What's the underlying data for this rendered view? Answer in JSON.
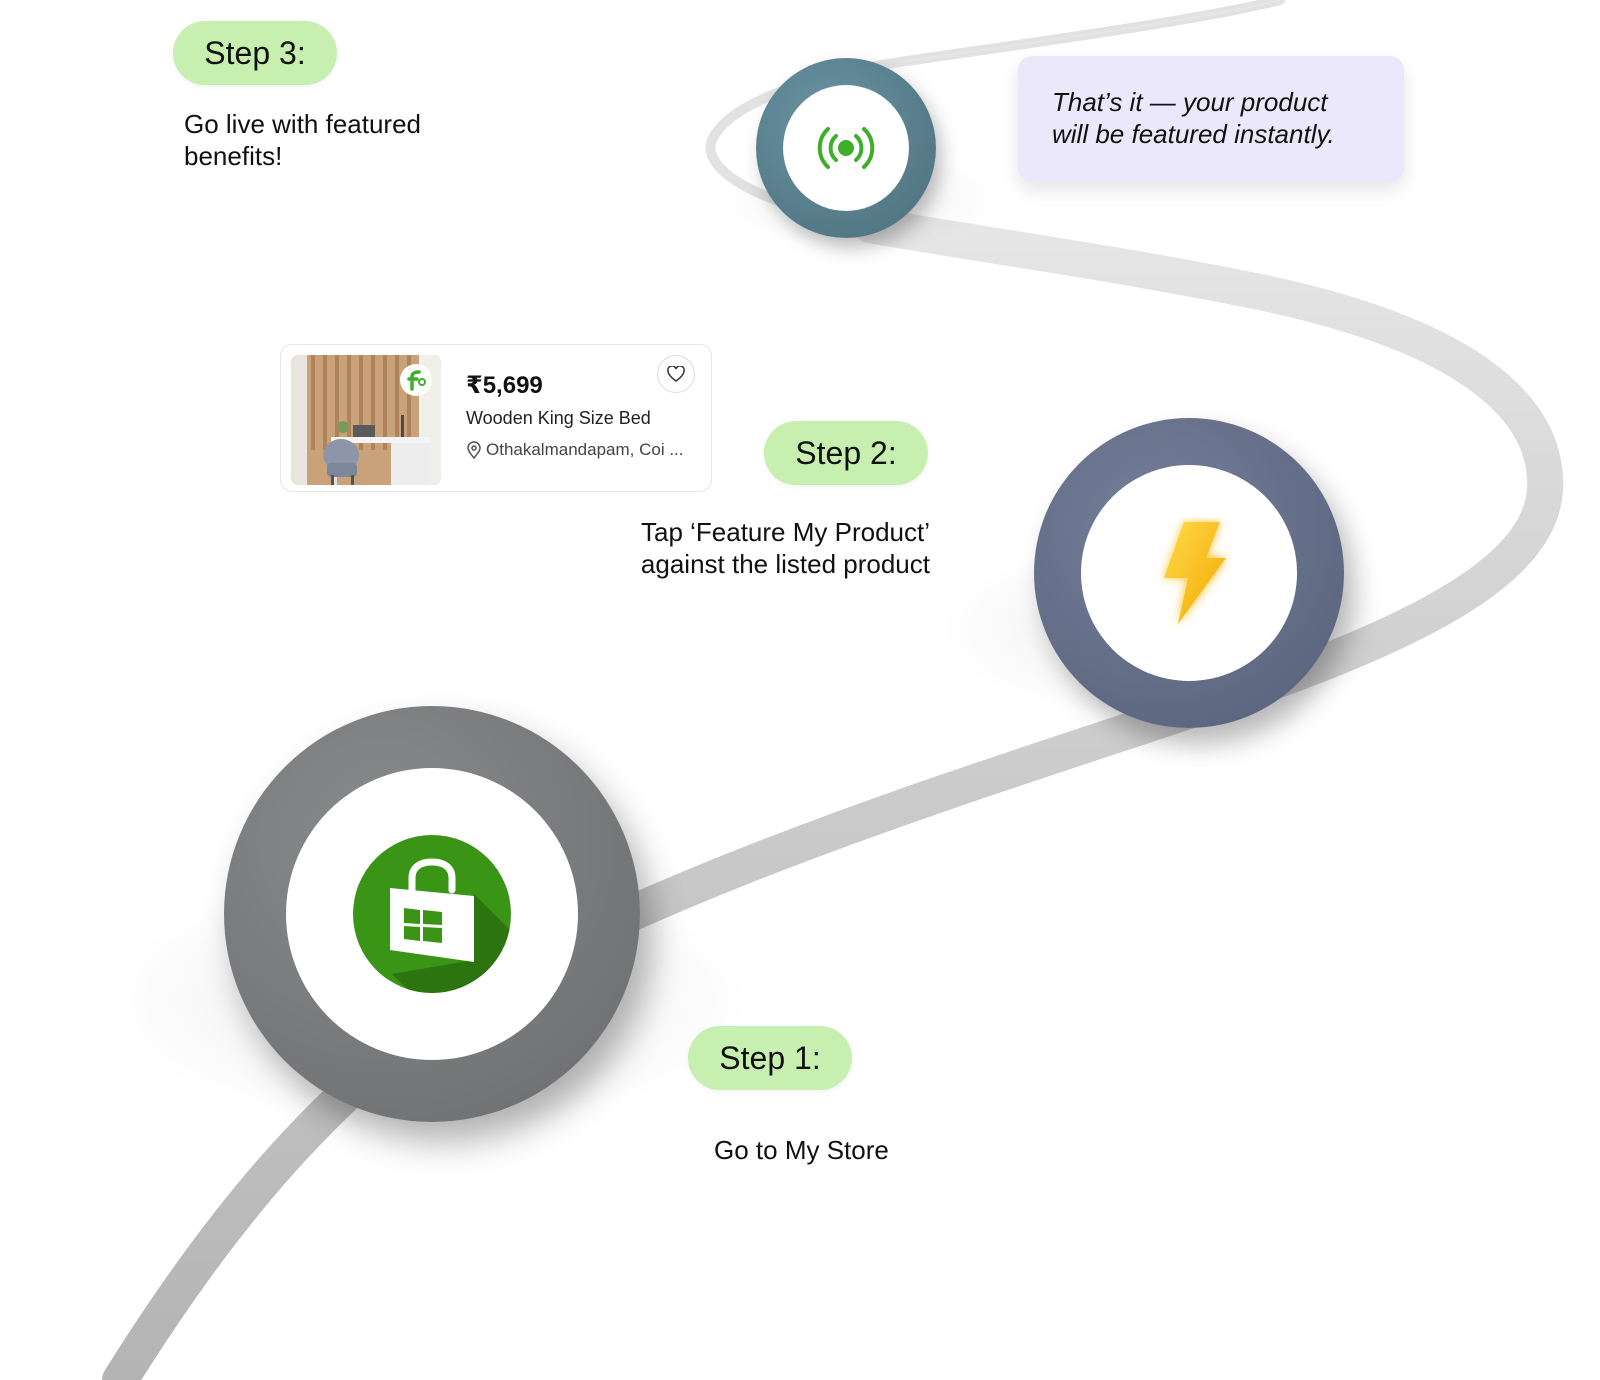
{
  "steps": [
    {
      "label": "Step 1:",
      "description": "Go to My Store",
      "icon": "store-bag-icon"
    },
    {
      "label": "Step 2:",
      "description_line1": "Tap ‘Feature My Product’",
      "description_line2": "against the listed product",
      "icon": "lightning-bolt-icon"
    },
    {
      "label": "Step 3:",
      "description_line1": "Go live with featured",
      "description_line2": "benefits!",
      "icon": "broadcast-live-icon"
    }
  ],
  "callout": {
    "line1": "That’s it — your product",
    "line2": "will be featured instantly."
  },
  "product_card": {
    "price": "₹5,699",
    "name": "Wooden King Size Bed",
    "location": "Othakalmandapam, Coi ...",
    "image": "bedroom-desk-image",
    "badge_icon": "brand-badge-icon",
    "favorite_icon": "heart-icon"
  },
  "colors": {
    "pill_green": "#c6efb0",
    "callout_lavender": "#ece8fc",
    "path_gray": "#c4c4c4",
    "step1_ring": "#7a7b7c",
    "step2_ring": "#606a82",
    "step3_ring": "#5a7d8c",
    "store_green": "#3a9416",
    "live_green": "#3fae29",
    "bolt_yellow": "#f7c21a"
  }
}
